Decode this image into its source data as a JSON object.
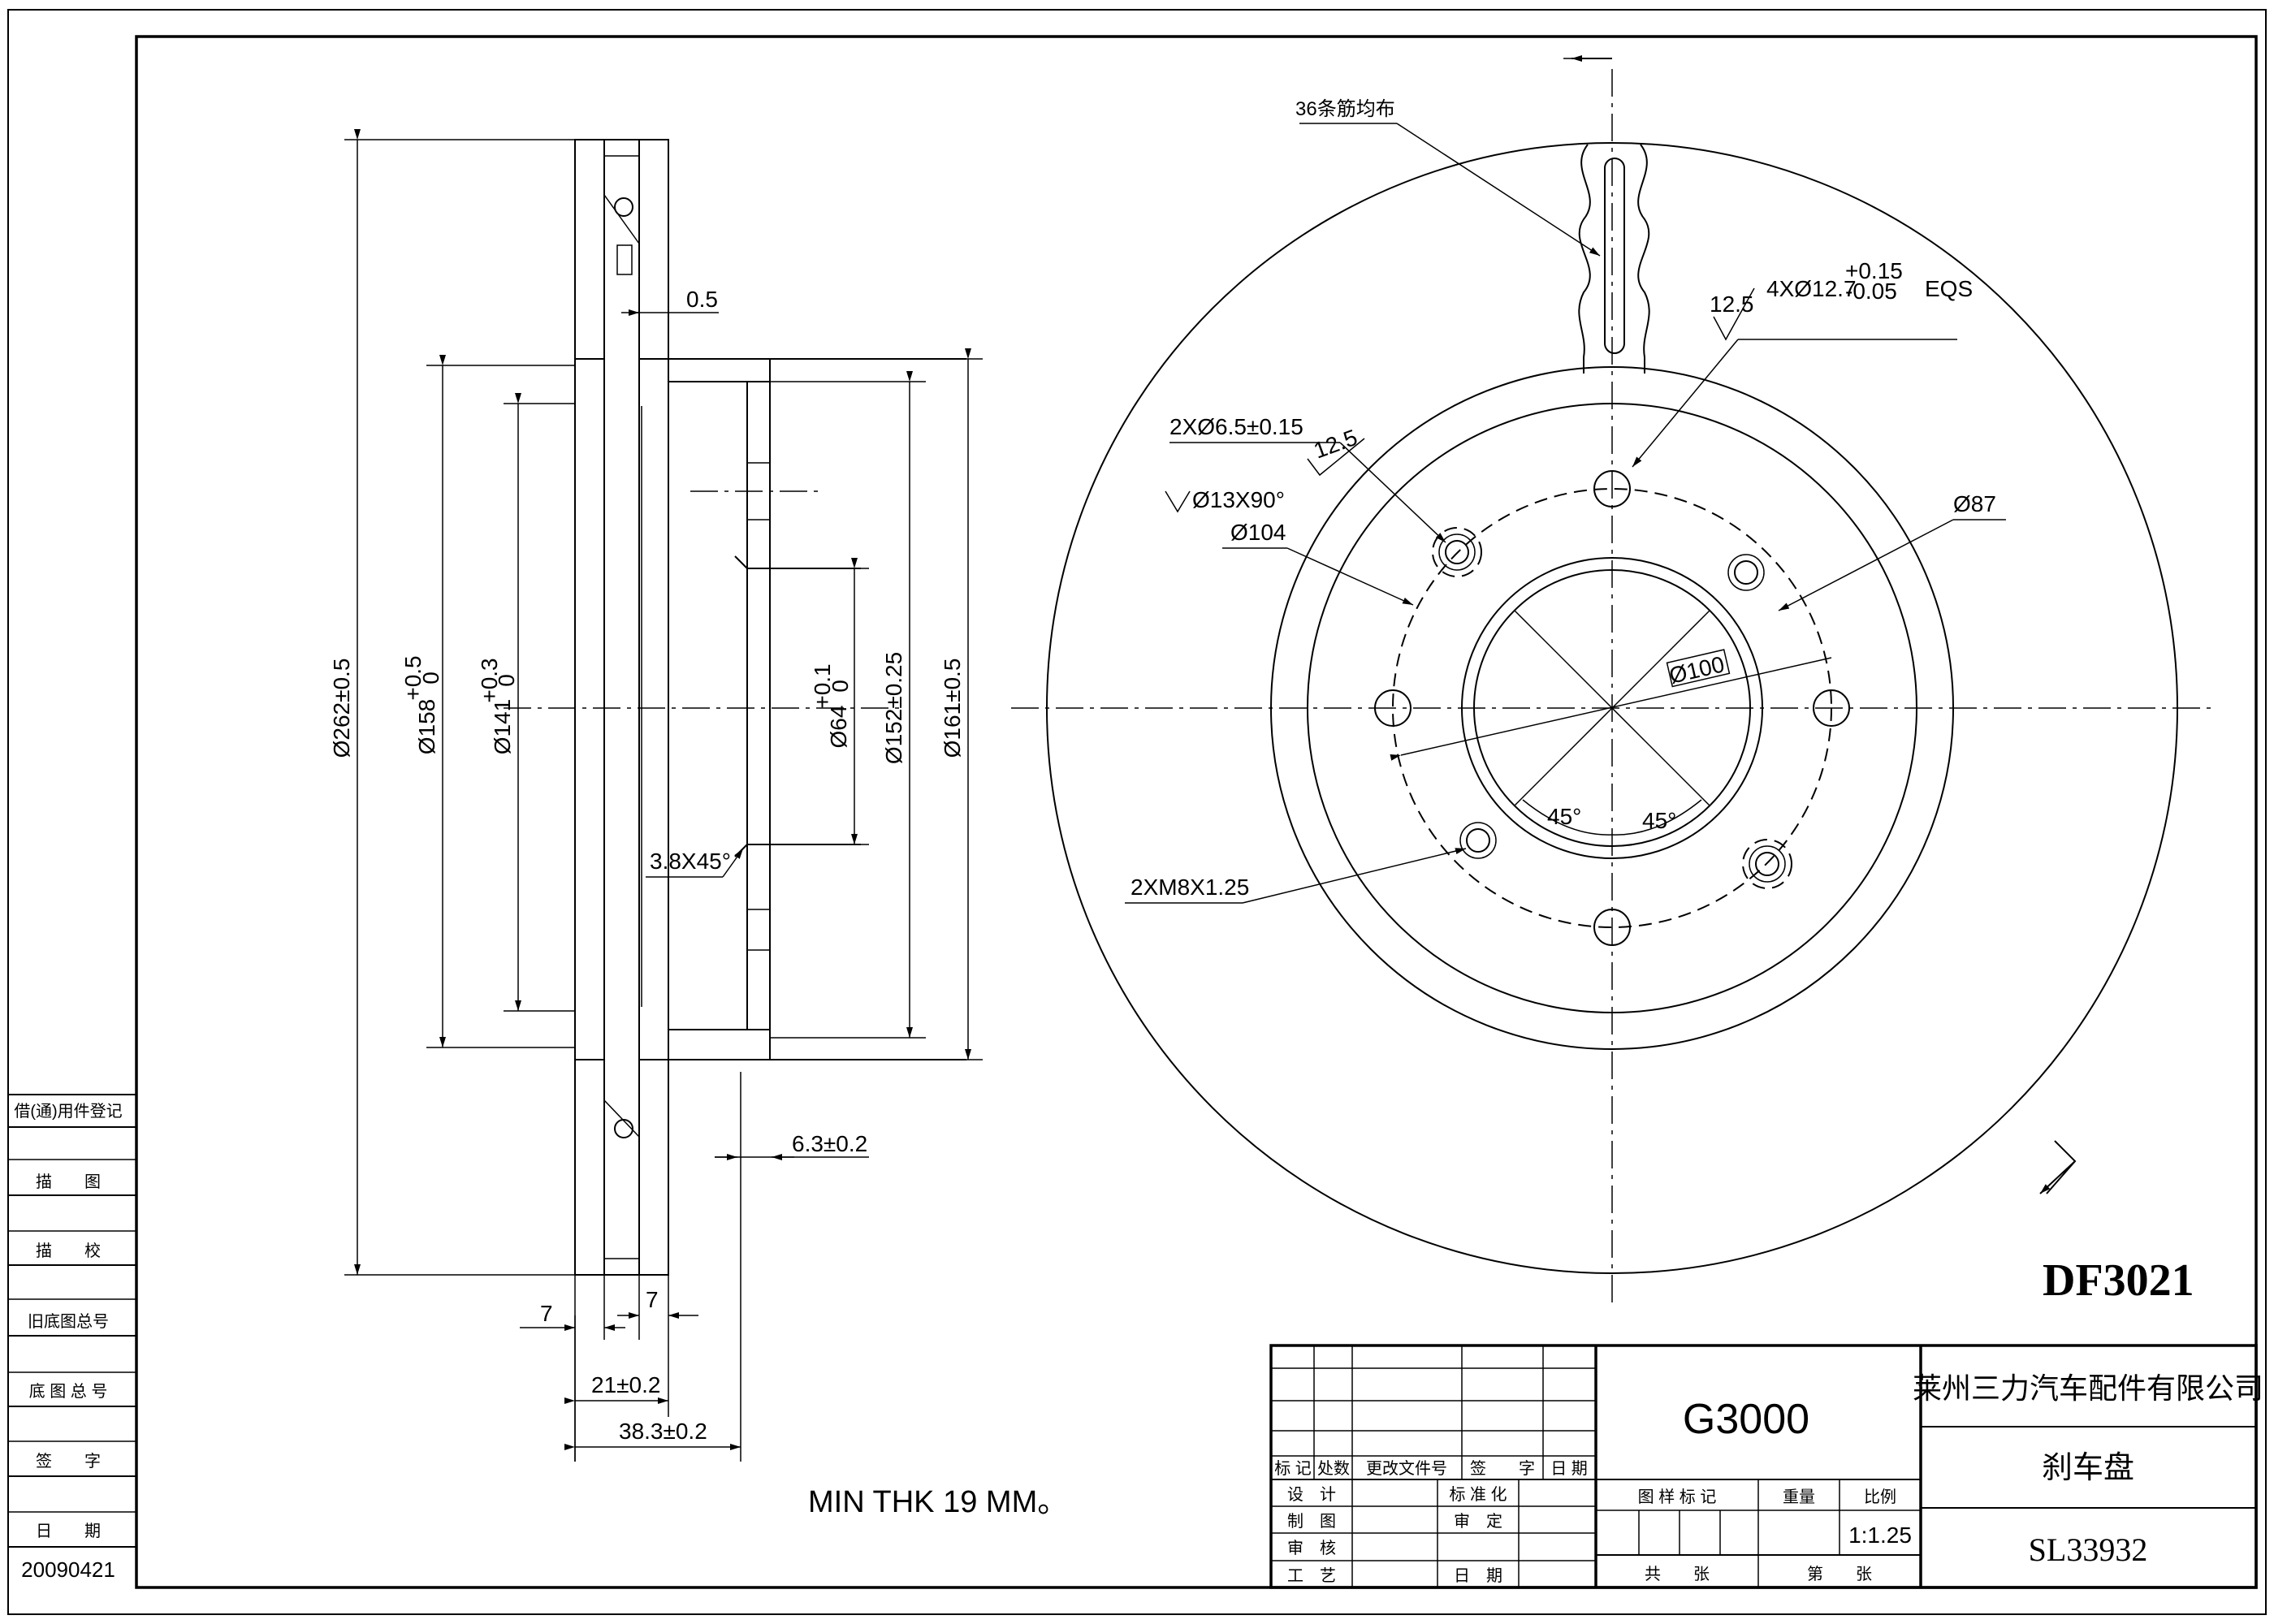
{
  "side_view": {
    "dims": {
      "d262": "Ø262±0.5",
      "d158": "Ø158",
      "d158_tol": "+0.5",
      "d158_tol0": "0",
      "d141": "Ø141",
      "d141_tol": "+0.3",
      "d141_tol0": "0",
      "d64": "Ø64",
      "d64_tol": "+0.1",
      "d64_tol0": "0",
      "d152": "Ø152±0.25",
      "d161": "Ø161±0.5",
      "gap": "0.5",
      "chamfer": "3.8X45°",
      "hat_thk": "6.3±0.2",
      "pad_left": "7",
      "pad_right": "7",
      "disc_thk": "21±0.2",
      "total_height": "38.3±0.2"
    },
    "min_thickness_note": "MIN THK 19 MM。"
  },
  "front_view": {
    "ribs_note": "36条筋均布",
    "roughness_top": "12.5",
    "stud_holes": "4XØ12.7",
    "stud_tol_plus": "+0.15",
    "stud_tol_minus": "-0.05",
    "eqs": "EQS",
    "small_holes": "2XØ6.5±0.15",
    "roughness_left": "12.5",
    "countersink": "Ø13X90°",
    "d104": "Ø104",
    "d87": "Ø87",
    "pcd": "Ø100",
    "angle_left": "45°",
    "angle_right": "45°",
    "threads": "2XM8X1.25"
  },
  "part_number": "DF3021",
  "left_strip": {
    "rows": [
      "借(通)用件登记",
      "描　　图",
      "描　　校",
      "旧底图总号",
      "底 图 总 号",
      "签　　字",
      "日　　期"
    ],
    "date": "20090421"
  },
  "title_block": {
    "change_headers": [
      "标 记",
      "处数",
      "更改文件号",
      "签　　字",
      "日 期"
    ],
    "roles": [
      "设　计",
      "制　图",
      "审　核",
      "工　艺"
    ],
    "roles_right": [
      "标 准 化",
      "审　定",
      "",
      "日　期"
    ],
    "material": "G3000",
    "sample_mark": "图 样 标 记",
    "weight": "重量",
    "scale_label": "比例",
    "scale": "1:1.25",
    "total_sheets": "共　　张",
    "sheet_no": "第　　张",
    "company": "莱州三力汽车配件有限公司",
    "part_name": "刹车盘",
    "drawing_number": "SL33932"
  }
}
